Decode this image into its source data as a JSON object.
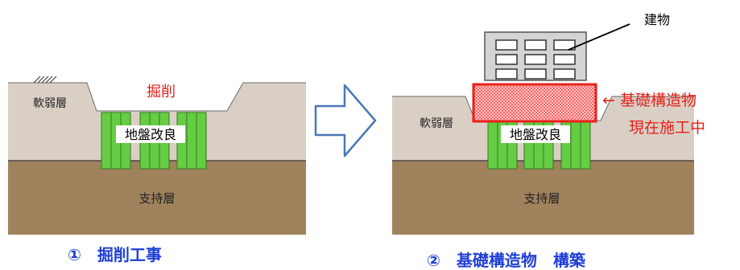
{
  "left_panel": {
    "soft_layer": "軟弱層",
    "excavation": "掘削",
    "ground_improvement": "地盤改良",
    "bearing_layer": "支持層",
    "caption": "①　掘削工事"
  },
  "right_panel": {
    "soft_layer": "軟弱層",
    "ground_improvement": "地盤改良",
    "bearing_layer": "支持層",
    "building_label": "建物",
    "foundation_label": "← 基礎構造物",
    "status_label": "現在施工中",
    "caption": "②　基礎構造物　構築"
  },
  "colors": {
    "soft_soil": "#d9cfc4",
    "bearing_soil": "#a0825d",
    "pile_green": "#66cc44",
    "accent_red": "#e8201c",
    "caption_blue": "#1f3fd6",
    "arrow_stroke": "#4a78b8"
  }
}
